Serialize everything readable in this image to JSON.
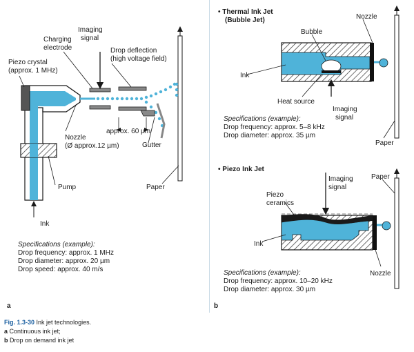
{
  "colors": {
    "ink": "#4fb3d9",
    "hatch": "#333333",
    "frame": "#c9dbe6",
    "caption_num": "#1a5fa0"
  },
  "panel_a": {
    "letter": "a",
    "labels": {
      "piezo_crystal_1": "Piezo crystal",
      "piezo_crystal_2": "(approx. 1 MHz)",
      "charging_1": "Charging",
      "charging_2": "electrode",
      "imaging_1": "Imaging",
      "imaging_2": "signal",
      "deflection_1": "Drop deflection",
      "deflection_2": "(high voltage field)",
      "gap": "approx. 60 µm",
      "nozzle_1": "Nozzle",
      "nozzle_2": "(Ø approx.12 µm)",
      "gutter": "Gutter",
      "pump": "Pump",
      "paper": "Paper",
      "ink": "Ink"
    },
    "specs": {
      "title": "Specifications (example):",
      "lines": [
        "Drop frequency: approx. 1 MHz",
        "Drop diameter: approx. 20 µm",
        "Drop speed: approx. 40 m/s"
      ]
    }
  },
  "panel_b": {
    "letter": "b",
    "thermal": {
      "title_1": "• Thermal Ink Jet",
      "title_2": "(Bubble Jet)",
      "labels": {
        "bubble": "Bubble",
        "nozzle": "Nozzle",
        "ink": "Ink",
        "heat_source": "Heat source",
        "imaging_1": "Imaging",
        "imaging_2": "signal",
        "paper": "Paper"
      },
      "specs": {
        "title": "Specifications (example):",
        "lines": [
          "Drop frequency: approx. 5–8 kHz",
          "Drop diameter: approx. 35 µm"
        ]
      }
    },
    "piezo": {
      "title": "• Piezo Ink Jet",
      "labels": {
        "imaging_1": "Imaging",
        "imaging_2": "signal",
        "piezo_1": "Piezo",
        "piezo_2": "ceramics",
        "ink": "Ink",
        "paper": "Paper",
        "nozzle": "Nozzle"
      },
      "specs": {
        "title": "Specifications (example):",
        "lines": [
          "Drop frequency: approx. 10–20 kHz",
          "Drop diameter: approx. 30 µm"
        ]
      }
    }
  },
  "caption": {
    "figure": "Fig. 1.3-30",
    "title": "Ink jet technologies.",
    "a_letter": "a",
    "a_text": "Continuous ink jet;",
    "b_letter": "b",
    "b_text": "Drop on demand ink jet"
  }
}
